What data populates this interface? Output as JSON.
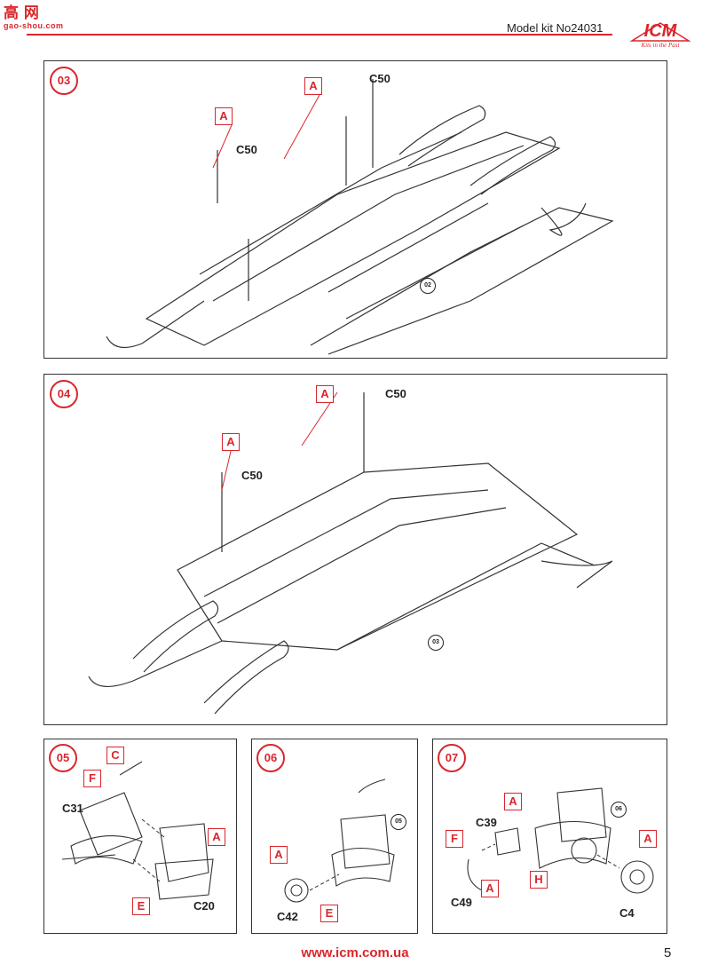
{
  "header": {
    "watermark_title": "高 网",
    "watermark_sub": "gao-shou.com",
    "kit_title": "Model kit No24031",
    "logo_text": "ICM",
    "logo_tagline": "Kits in the Past"
  },
  "steps": [
    {
      "number": "03",
      "labels": {
        "tag_a1": "A",
        "tag_a2": "A",
        "part_c50_1": "C50",
        "part_c50_2": "C50",
        "ref": "02"
      }
    },
    {
      "number": "04",
      "labels": {
        "tag_a1": "A",
        "tag_a2": "A",
        "part_c50_1": "C50",
        "part_c50_2": "C50",
        "ref": "03"
      }
    },
    {
      "number": "05",
      "labels": {
        "tag_c": "C",
        "tag_f": "F",
        "tag_a": "A",
        "tag_e": "E",
        "part_c31": "C31",
        "part_c20": "C20"
      }
    },
    {
      "number": "06",
      "labels": {
        "tag_a": "A",
        "tag_e": "E",
        "part_c42": "C42",
        "ref": "05"
      }
    },
    {
      "number": "07",
      "labels": {
        "tag_a1": "A",
        "tag_a2": "A",
        "tag_a3": "A",
        "tag_f": "F",
        "tag_h": "H",
        "part_c39": "C39",
        "part_c49": "C49",
        "part_c4": "C4",
        "ref": "06"
      }
    }
  ],
  "footer": {
    "url": "www.icm.com.ua",
    "page_number": "5"
  },
  "colors": {
    "accent": "#d9262c",
    "line": "#333333"
  }
}
